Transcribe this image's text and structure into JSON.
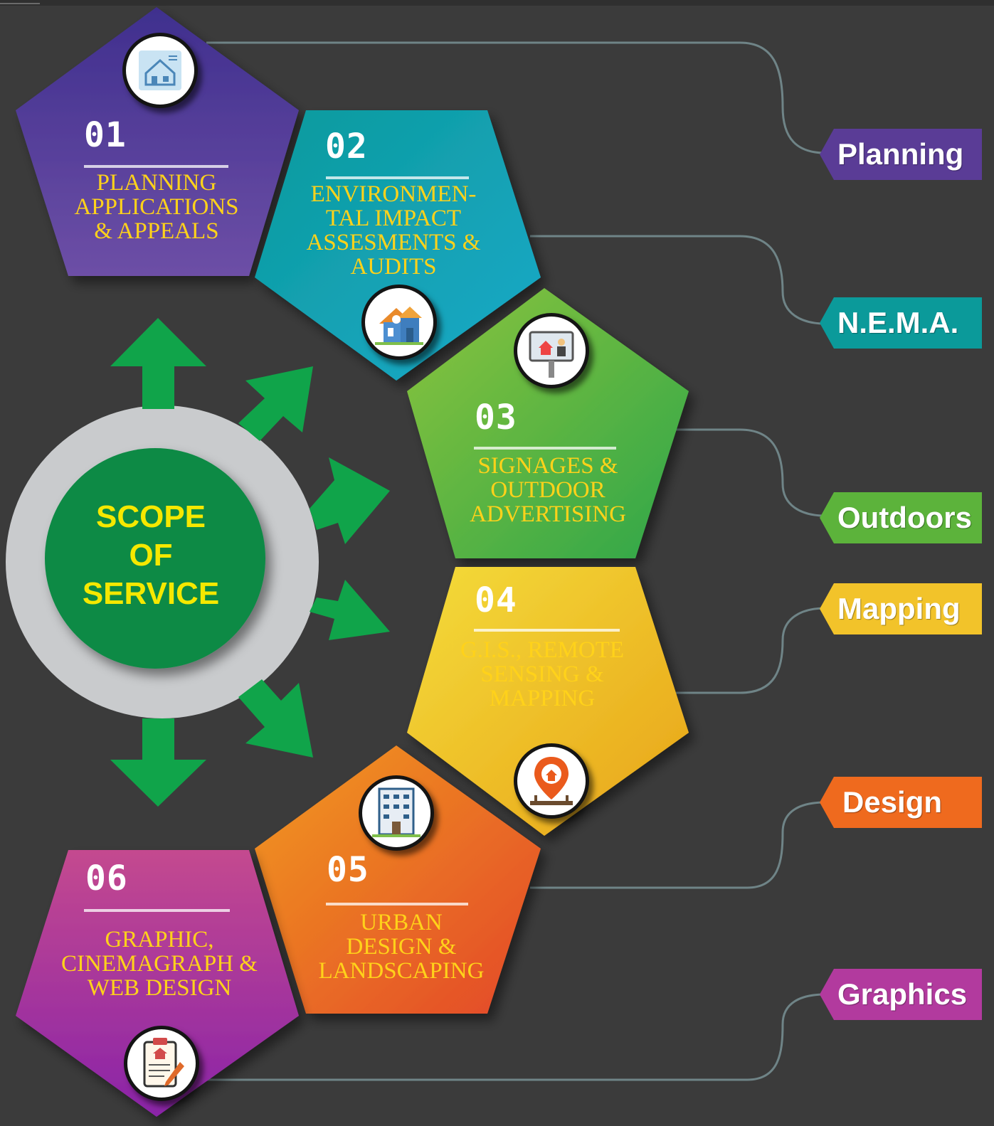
{
  "center": {
    "title": "SCOPE\nOF\nSERVICE"
  },
  "services": [
    {
      "number": "01",
      "title": "PLANNING\nAPPLICATIONS\n& APPEALS",
      "tag": "Planning",
      "color": "#5a3c96",
      "icon": "house-blueprint-icon"
    },
    {
      "number": "02",
      "title": "ENVIRONMEN-\nTAL IMPACT\nASSESMENTS &\nAUDITS",
      "tag": "N.E.M.A.",
      "color": "#0ea5a8",
      "icon": "house-icon"
    },
    {
      "number": "03",
      "title": "SIGNAGES &\nOUTDOOR\nADVERTISING",
      "tag": "Outdoors",
      "color": "#5cb33b",
      "icon": "billboard-icon"
    },
    {
      "number": "04",
      "title": "G.I.S., REMOTE\nSENSING &\nMAPPING",
      "tag": "Mapping",
      "color": "#f0bd1f",
      "icon": "map-pin-house-icon"
    },
    {
      "number": "05",
      "title": "URBAN\nDESIGN &\nLANDSCAPING",
      "tag": "Design",
      "color": "#ef6a1e",
      "icon": "building-icon"
    },
    {
      "number": "06",
      "title": "GRAPHIC,\nCINEMAGRAPH &\nWEB DESIGN",
      "tag": "Graphics",
      "color": "#b23a9e",
      "icon": "clipboard-pen-icon"
    }
  ]
}
